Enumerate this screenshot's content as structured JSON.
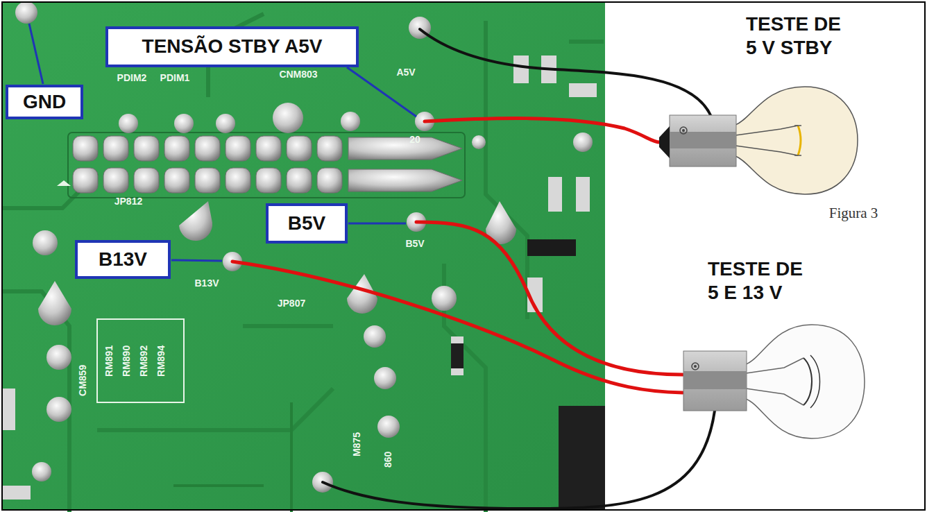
{
  "diagram": {
    "nodes": [
      {
        "text": [
          "TENSÃO STBY A5V"
        ]
      },
      {
        "text": [
          "GND"
        ]
      },
      {
        "text": [
          "B5V"
        ]
      },
      {
        "text": [
          "B13V"
        ]
      }
    ],
    "labels": [
      "TESTE DE 5 V STBY",
      "TESTE DE 5 E 13 V",
      "Figura 3",
      "CNM803",
      "A5V",
      "20",
      "PDIM2",
      "PDIM1",
      "B5V",
      "B13V",
      "JP812",
      "JP807",
      "CM859",
      "RM891",
      "RM890",
      "RM892",
      "RM894",
      "M875",
      "860"
    ]
  }
}
